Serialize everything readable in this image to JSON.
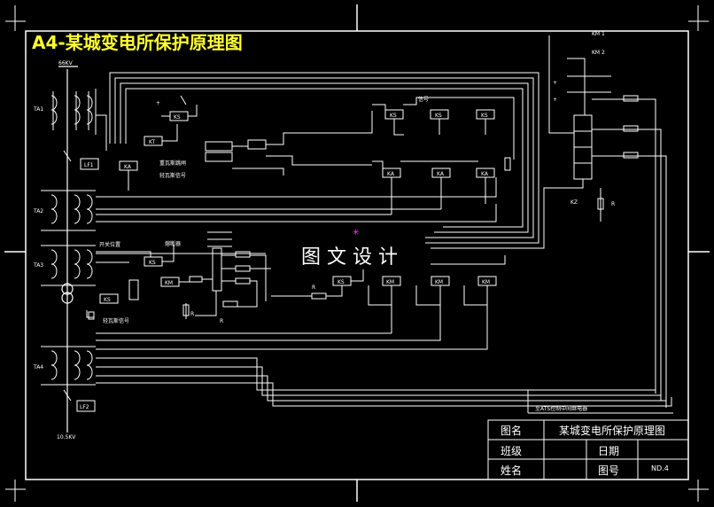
{
  "drawing": {
    "title": "A4-某城变电所保护原理图",
    "watermark": "图 文 设 计",
    "bus_top": "66KV",
    "bus_bottom": "10.5KV",
    "note_bottom": "至ATS控制中间继电器"
  },
  "title_block": {
    "label_name": "图名",
    "value_name": "某城变电所保护原理图",
    "label_class": "班级",
    "label_date": "日期",
    "label_person": "姓名",
    "label_number": "图号",
    "value_number": "ND.4"
  },
  "labels": {
    "ta1": "TA1",
    "ta2": "TA2",
    "ta3": "TA3",
    "ta4": "TA4",
    "lf1": "LF1",
    "lf2": "LF2",
    "xh": "信号",
    "heavy_gas": "重瓦斯跳闸",
    "light_gas": "轻瓦斯信号",
    "ks": "KS",
    "kt": "KT",
    "ka": "KA",
    "km": "KM",
    "km_top1": "KM 1",
    "km_top2": "KM 2",
    "kz": "KZ",
    "r": "R",
    "open_mark": "开关位置",
    "fuse_mark": "熔断器",
    "plus": "+",
    "minus": "−"
  }
}
